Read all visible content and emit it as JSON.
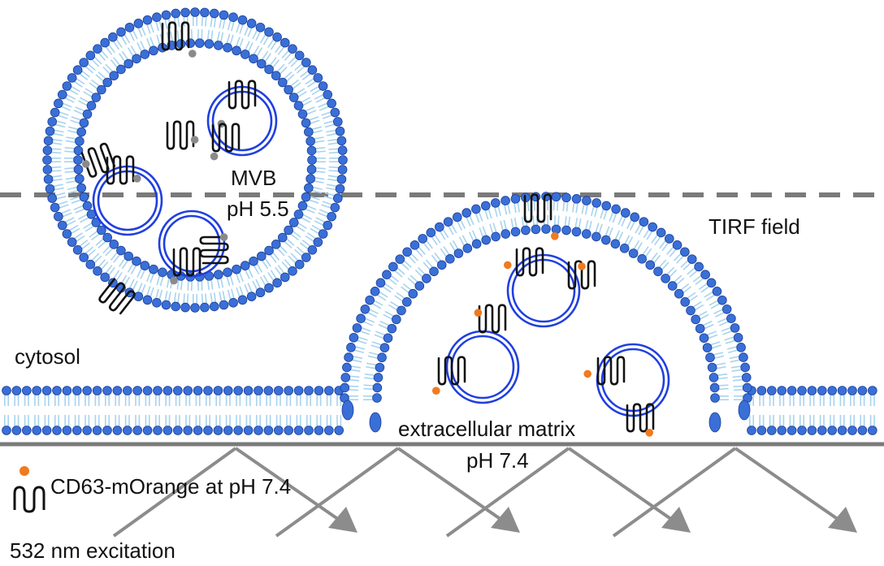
{
  "labels": {
    "mvb": "MVB",
    "mvb_ph": "pH 5.5",
    "tirf": "TIRF field",
    "cytosol": "cytosol",
    "ecm": "extracellular matrix",
    "ecm_ph": "pH 7.4",
    "legend": "CD63-mOrange at pH 7.4",
    "excitation": "532 nm excitation"
  },
  "colors": {
    "head": "#3a6fd8",
    "head_stroke": "#1a3f96",
    "tail": "#a9d3ee",
    "vesicle": "#1f3fe0",
    "protein": "#111111",
    "fluor_on": "#f07a1e",
    "fluor_off": "#8a8a8a",
    "dash": "#7a7a7a",
    "glass": "#7a7a7a",
    "arrow": "#8c8c8c"
  }
}
